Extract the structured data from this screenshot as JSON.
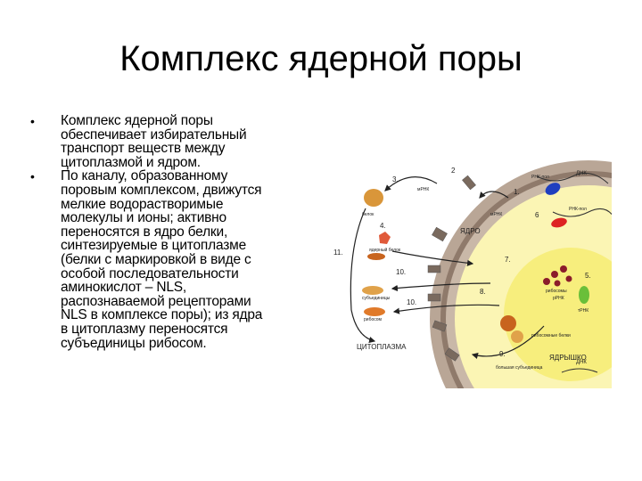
{
  "title": "Комплекс ядерной поры",
  "bullets": [
    {
      "marker": "•",
      "text": "Комплекс ядерной поры\nобеспечивает избирательный\nтранспорт веществ между\nцитоплазмой и ядром."
    },
    {
      "marker": "•",
      "text": " По каналу, образованному\nпоровым комплексом, движутся\nмелкие водорастворимые\nмолекулы и ионы; активно\nпереносятся в ядро белки,\nсинтезируемые в цитоплазме\n(белки с маркировкой в виде с\nособой последовательности\nаминокислот – NLS,\nраспознаваемой рецепторами\nNLS в комплексе поры); из ядра\nв цитоплазму переносятся\nсубъединицы рибосом."
    }
  ],
  "diagram": {
    "labels": {
      "cytoplasm": "ЦИТОПЛАЗМА",
      "nucleus": "ЯДРО",
      "nucleolus": "ЯДРЫШКО",
      "dna": "ДНК",
      "dnk2": "ДНК",
      "rna_pol": "РНК-пол",
      "rna_pol2": "РНК-пол",
      "mrna": "мРНК",
      "mrna2": "мРНК",
      "tzpna": "тРНК",
      "protein_nuc": "белок",
      "protein_lbl": "ядерный белок",
      "subunits": "субъединицы",
      "subunits2": "рибосом",
      "ribo": "рибосомы",
      "rrna": "рРНК",
      "proteins_nuc": "рибосомные белки",
      "big_sub": "большая субъединица"
    },
    "numbers": [
      "1.",
      "2",
      "3.",
      "4.",
      "5.",
      "6",
      "7.",
      "8.",
      "9.",
      "10.",
      "10.",
      "11."
    ]
  }
}
